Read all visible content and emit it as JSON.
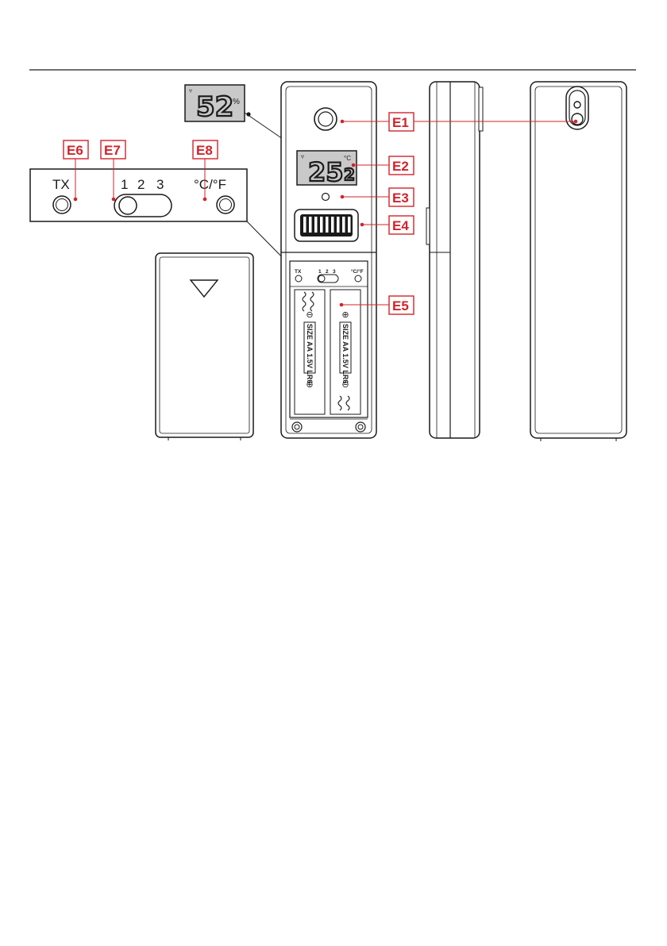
{
  "labels": {
    "e1": "E1",
    "e2": "E2",
    "e3": "E3",
    "e4": "E4",
    "e5": "E5",
    "e6": "E6",
    "e7": "E7",
    "e8": "E8"
  },
  "switch_panel": {
    "tx": "TX",
    "pos1": "1",
    "pos2": "2",
    "pos3": "3",
    "unit": "°C/°F"
  },
  "humidity_display": {
    "value": "52",
    "unit": "%"
  },
  "temp_display": {
    "int": "25",
    "dec": "2",
    "unit": "°C"
  },
  "battery_text": "SIZE AA 1.5V LR6",
  "colors": {
    "accent": "#d2232a",
    "line": "#1a1a1a",
    "lcd": "#c9c9c9"
  }
}
